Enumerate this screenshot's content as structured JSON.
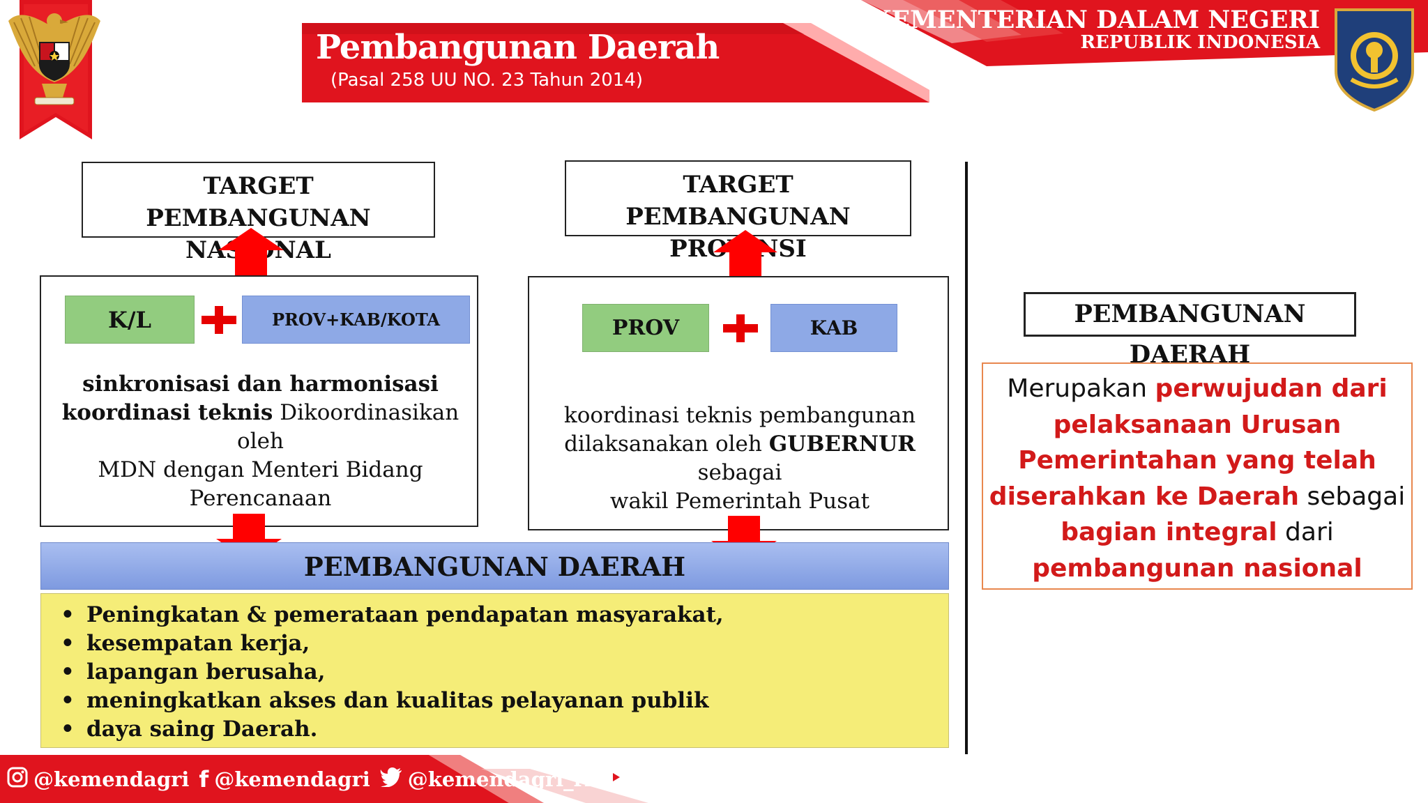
{
  "header": {
    "title": "Pembangunan Daerah",
    "subtitle": "(Pasal 258 UU NO. 23 Tahun 2014)",
    "ministry_name": "KEMENTERIAN DALAM NEGERI",
    "ministry_sub": "REPUBLIK INDONESIA"
  },
  "colors": {
    "brand_red": "#e0141e",
    "chip_green": "#92cc7f",
    "chip_blue": "#8ea9e6",
    "highlight_yellow": "#f5ed78",
    "emphasis_red": "#d21a1a"
  },
  "left": {
    "target_line1": "TARGET",
    "target_line2": "PEMBANGUNAN NASIONAL",
    "chip1": "K/L",
    "chip2": "PROV+KAB/KOTA",
    "desc_bold1": "sinkronisasi dan harmonisasi",
    "desc_bold2": "koordinasi teknis",
    "desc_rest2": " Dikoordinasikan oleh",
    "desc_line3": "MDN dengan Menteri Bidang",
    "desc_line4": "Perencanaan"
  },
  "middle": {
    "target_line1": "TARGET",
    "target_line2": "PEMBANGUNAN PROVINSI",
    "chip1": "PROV",
    "chip2": "KAB",
    "desc_line1": "koordinasi teknis pembangunan",
    "desc_pre2": "dilaksanakan oleh ",
    "desc_bold2": "GUBERNUR",
    "desc_post2": " sebagai",
    "desc_line3": "wakil Pemerintah Pusat"
  },
  "pembangunan_daerah_bar": "PEMBANGUNAN DAERAH",
  "goals": [
    "Peningkatan & pemerataan pendapatan masyarakat,",
    "kesempatan kerja,",
    "lapangan berusaha,",
    "meningkatkan akses dan kualitas  pelayanan publik",
    "daya saing Daerah."
  ],
  "right": {
    "title": "PEMBANGUNAN DAERAH",
    "t1": "Merupakan ",
    "r1": "perwujudan dari",
    "r2": "pelaksanaan Urusan",
    "r3": "Pemerintahan yang telah",
    "r4": "diserahkan ke Daerah",
    "t4": " sebagai",
    "r5": "bagian integral",
    "t5": " dari",
    "r6": "pembangunan nasional"
  },
  "footer": {
    "instagram": "@kemendagri",
    "facebook": "@kemendagri",
    "twitter": "@kemendagri_ri"
  },
  "icons": [
    "garuda-emblem-icon",
    "kemendagri-logo-icon",
    "arrow-up-icon",
    "arrow-down-icon",
    "plus-icon",
    "instagram-icon",
    "facebook-icon",
    "twitter-icon",
    "youtube-icon"
  ]
}
